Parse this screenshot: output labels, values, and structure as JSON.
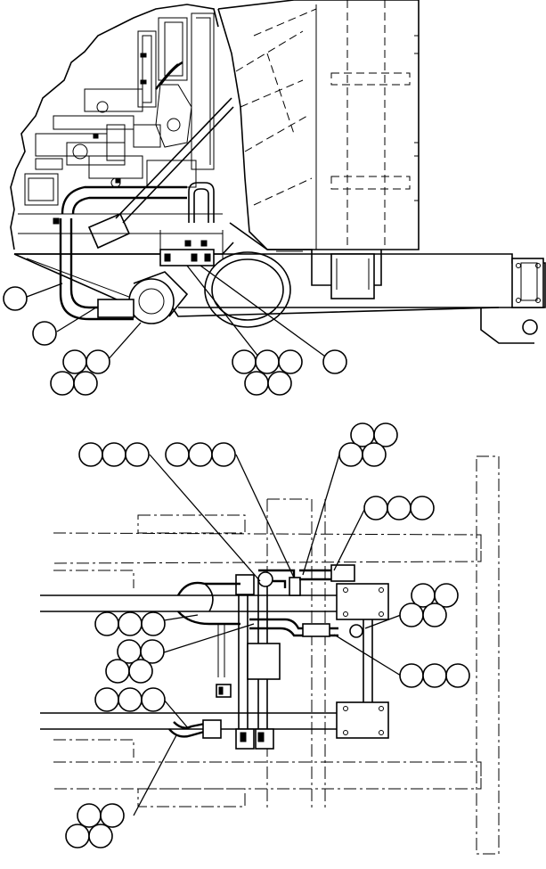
{
  "figure": {
    "views": [
      {
        "id": "side-view"
      },
      {
        "id": "top-view"
      }
    ],
    "callout_bubble_groups": 14,
    "callout_labels": []
  }
}
